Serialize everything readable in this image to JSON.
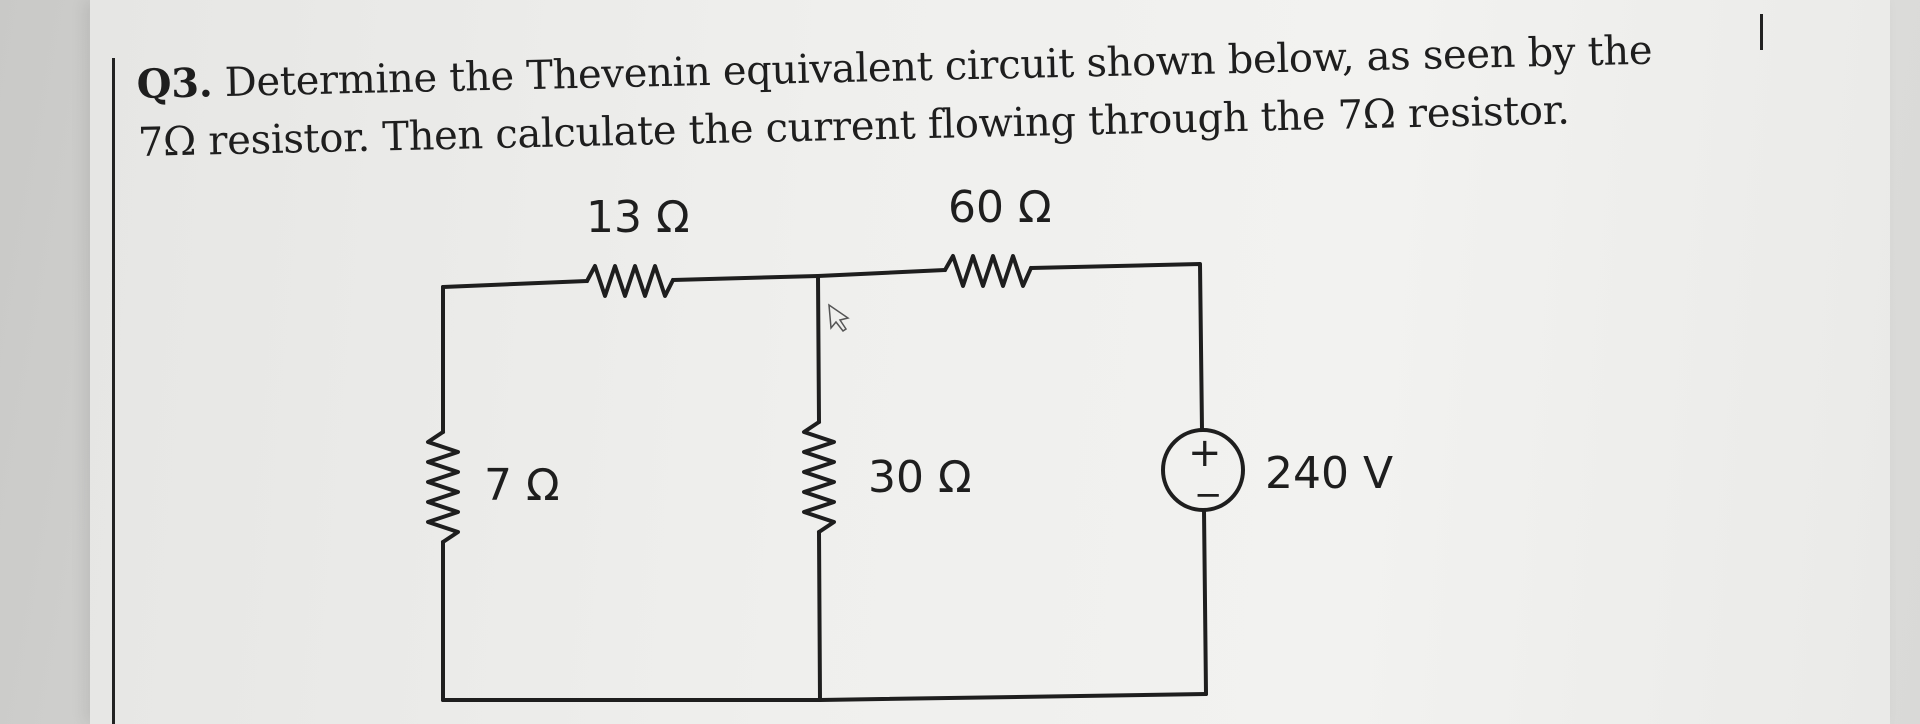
{
  "question": {
    "number": "Q3.",
    "line1": " Determine the Thevenin equivalent circuit shown below, as seen by the",
    "line2": "7Ω resistor. Then calculate the current flowing through the 7Ω resistor."
  },
  "circuit": {
    "r_top_left_label": "13 Ω",
    "r_top_right_label": "60 Ω",
    "r_left_label": "7 Ω",
    "r_middle_label": "30 Ω",
    "source_label": "240 V",
    "source_plus": "+",
    "source_minus": "−"
  }
}
